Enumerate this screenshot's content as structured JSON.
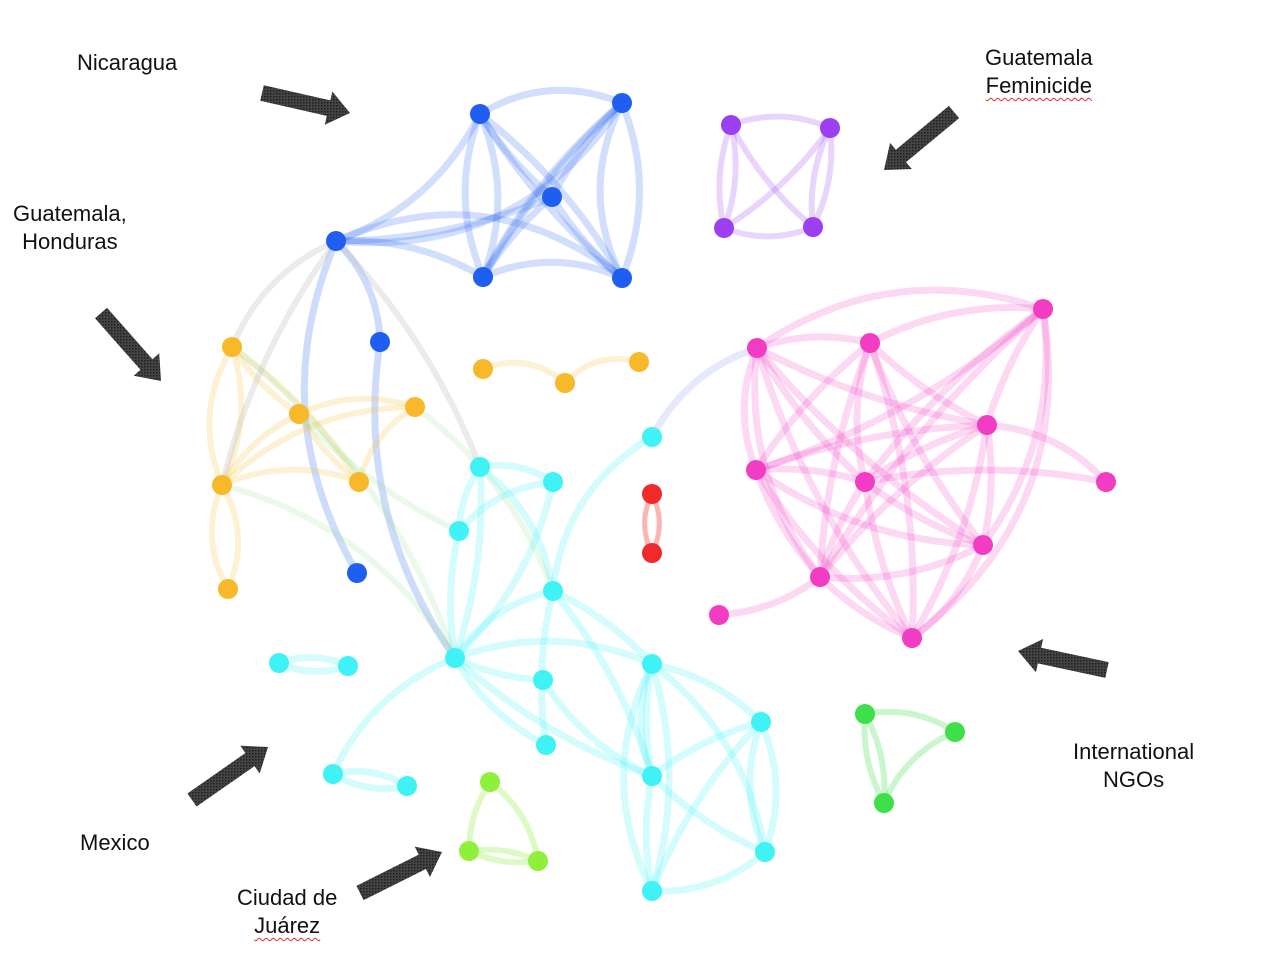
{
  "labels": {
    "nicaragua": "Nicaragua",
    "guatemala_feminicide_line1": "Guatemala",
    "guatemala_feminicide_line2": "Feminicide",
    "guatemala_honduras_line1": "Guatemala,",
    "guatemala_honduras_line2": "Honduras",
    "international_ngos_line1": "International",
    "international_ngos_line2": "NGOs",
    "mexico": "Mexico",
    "ciudad_juarez_line1": "Ciudad de",
    "ciudad_juarez_line2": "Juárez"
  },
  "colors": {
    "nicaragua": "#1f5ef0",
    "guatemala_feminicide": "#9b3ff0",
    "guatemala_honduras": "#f7b82a",
    "international_ngos": "#f23cc4",
    "mexico": "#3ff2f5",
    "ciudad_juarez": "#8ef03a",
    "ngo_green": "#3ddf4a",
    "isolated_red": "#f0292b",
    "cross_link_grey": "#bdbdbd",
    "arrow": "#3a3a3a"
  }
}
